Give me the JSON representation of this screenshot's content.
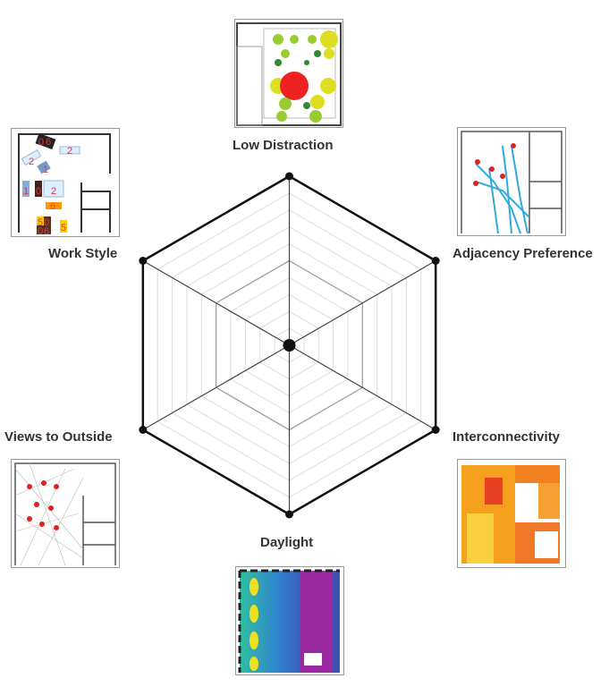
{
  "diagram": {
    "levels": 10,
    "axes": [
      {
        "label": "Low Distraction"
      },
      {
        "label": "Adjacency Preference"
      },
      {
        "label": "Interconnectivity"
      },
      {
        "label": "Daylight"
      },
      {
        "label": "Views to Outside"
      },
      {
        "label": "Work Style"
      }
    ],
    "work_style_digits": [
      "0",
      "6",
      "2",
      "2",
      "1",
      "1",
      "0",
      "2",
      "6",
      "5",
      "0",
      "0",
      "6",
      "5"
    ],
    "colors": {
      "outline": "#111111",
      "grid": "#dddddd",
      "mid_grid": "#999999",
      "label": "#333333"
    }
  }
}
